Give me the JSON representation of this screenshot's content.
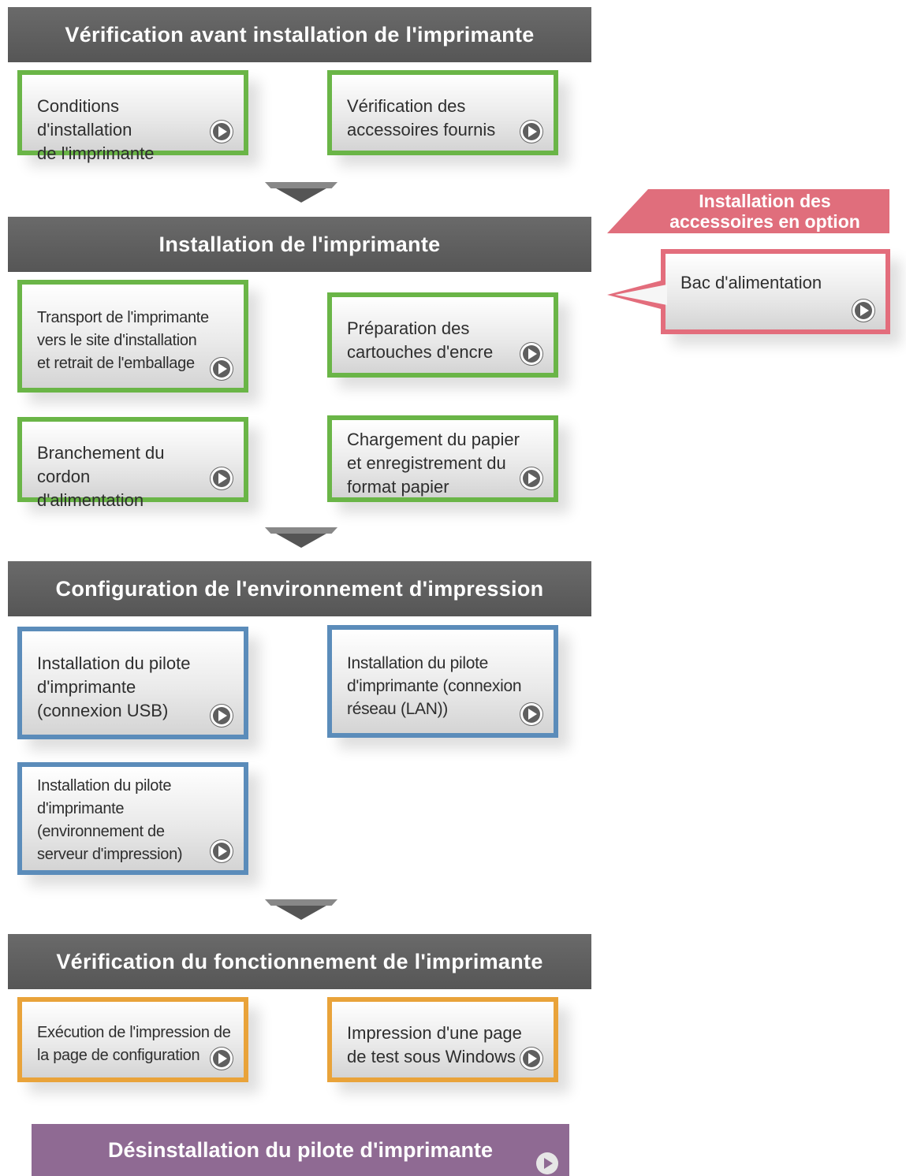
{
  "sections": [
    {
      "title": "Vérification avant installation de l'imprimante",
      "cards": [
        {
          "label": "Conditions d'installation\nde l'imprimante"
        },
        {
          "label": "Vérification des\naccessoires fournis"
        }
      ]
    },
    {
      "title": "Installation de l'imprimante",
      "cards": [
        {
          "label": "Transport de l'imprimante\nvers le site d'installation\net retrait de l'emballage"
        },
        {
          "label": "Préparation des\ncartouches d'encre"
        },
        {
          "label": "Branchement du cordon\nd'alimentation"
        },
        {
          "label": "Chargement du papier\net enregistrement du\nformat papier"
        }
      ]
    },
    {
      "title": "Configuration de l'environnement d'impression",
      "cards": [
        {
          "label": "Installation du pilote\nd'imprimante\n(connexion USB)"
        },
        {
          "label": "Installation du pilote\nd'imprimante (connexion\nréseau (LAN))"
        },
        {
          "label": "Installation du pilote\nd'imprimante\n(environnement de\nserveur d'impression)"
        }
      ]
    },
    {
      "title": "Vérification du fonctionnement de l'imprimante",
      "cards": [
        {
          "label": "Exécution de l'impression de\nla page de configuration"
        },
        {
          "label": "Impression d'une page\nde test sous Windows"
        }
      ]
    }
  ],
  "optional": {
    "title": "Installation des\naccessoires en option",
    "cards": [
      {
        "label": "Bac d'alimentation"
      }
    ]
  },
  "uninstall": {
    "label": "Désinstallation du pilote d'imprimante"
  },
  "colors": {
    "header": "#5e5e5e",
    "green": "#6ab547",
    "blue": "#5b8cba",
    "orange": "#e9a33a",
    "pink": "#e36d7c",
    "purple": "#8f6a93"
  },
  "icons": {
    "card_action": "play-icon",
    "flow": "down-arrow"
  }
}
